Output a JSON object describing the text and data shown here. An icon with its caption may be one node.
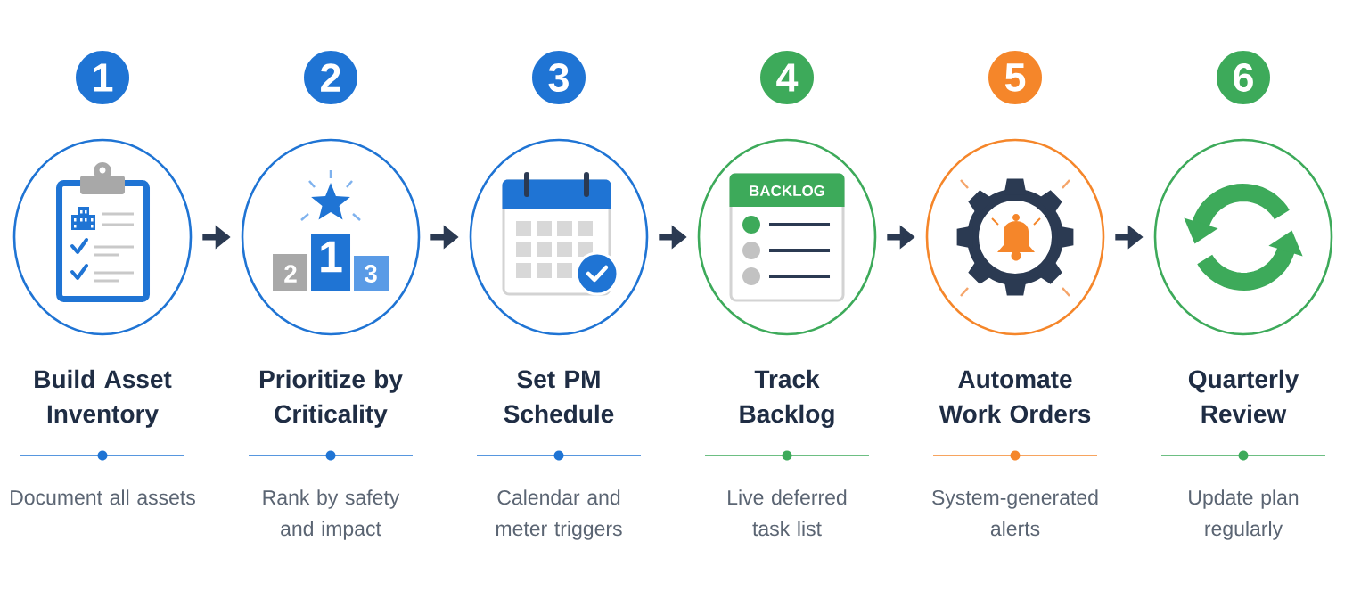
{
  "diagram": {
    "nodes": [
      {
        "text": [
          "1"
        ]
      },
      {
        "text": [],
        "shape": "circle",
        "beside": [
          "Build Asset Inventory",
          "Document all assets"
        ]
      },
      {
        "text": [
          "2"
        ]
      },
      {
        "text": [],
        "shape": "circle",
        "beside": [
          "Prioritize by Criticality",
          "Rank by safety and impact"
        ]
      },
      {
        "text": [
          "3"
        ]
      },
      {
        "text": [],
        "shape": "circle",
        "beside": [
          "Set PM Schedule",
          "Calendar and meter triggers"
        ]
      },
      {
        "text": [
          "4"
        ]
      },
      {
        "text": [],
        "shape": "circle",
        "beside": [
          "Track Backlog",
          "Live deferred task list"
        ]
      },
      {
        "text": [
          "5"
        ]
      },
      {
        "text": [],
        "shape": "circle",
        "beside": [
          "Automate Work Orders",
          "System-generated alerts"
        ]
      },
      {
        "text": [
          "6"
        ]
      },
      {
        "text": [],
        "shape": "circle",
        "beside": [
          "Quarterly Review",
          "Update plan regularly"
        ]
      }
    ],
    "edges": [
      {
        "from": 1,
        "to": 3,
        "arrow": "to"
      },
      {
        "from": 3,
        "to": 5,
        "arrow": "to"
      },
      {
        "from": 5,
        "to": 7,
        "arrow": "to"
      },
      {
        "from": 7,
        "to": 9,
        "arrow": "to"
      },
      {
        "from": 9,
        "to": 11,
        "arrow": "to"
      }
    ],
    "labels": [
      "2",
      "1",
      "3",
      "BACKLOG"
    ]
  }
}
